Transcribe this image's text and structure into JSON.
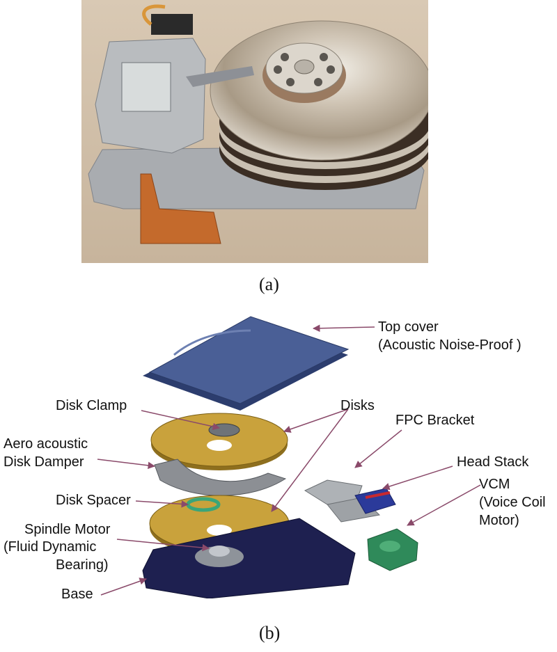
{
  "captions": {
    "a": "(a)",
    "b": "(b)"
  },
  "labels": {
    "top_cover": "Top cover",
    "top_cover_sub": "(Acoustic Noise-Proof )",
    "disk_clamp": "Disk Clamp",
    "disks": "Disks",
    "fpc_bracket": "FPC Bracket",
    "aero_1": "Aero acoustic",
    "aero_2": "Disk Damper",
    "head_stack": "Head Stack",
    "disk_spacer": "Disk Spacer",
    "vcm_1": "VCM",
    "vcm_2": "(Voice Coil",
    "vcm_3": "Motor)",
    "spindle_1": "Spindle Motor",
    "spindle_2": "(Fluid Dynamic",
    "spindle_3": "Bearing)",
    "base": "Base"
  },
  "colors": {
    "cover": "#3b4f86",
    "disk": "#b8922e",
    "base": "#24265a",
    "vcm": "#2f8a5a",
    "arrow": "#8a4a6a"
  }
}
